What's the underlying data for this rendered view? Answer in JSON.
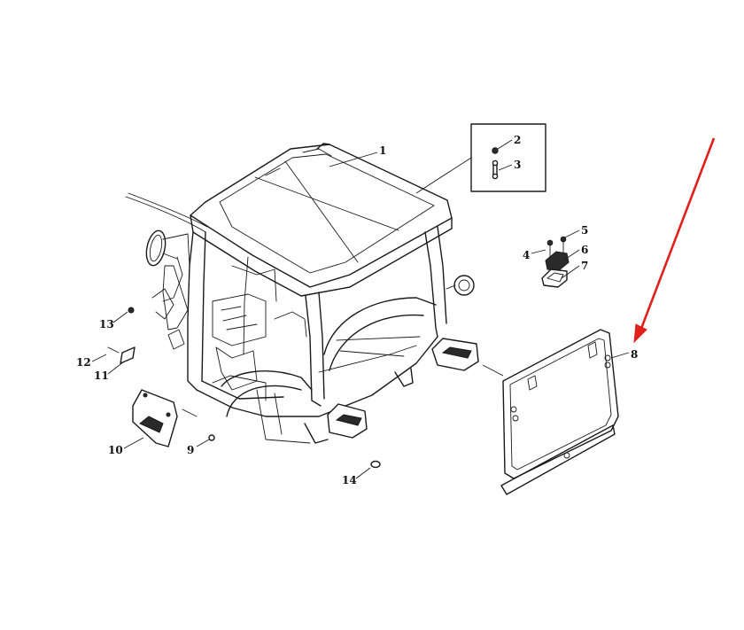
{
  "diagram": {
    "callouts": [
      {
        "label": "1"
      },
      {
        "label": "2"
      },
      {
        "label": "3"
      },
      {
        "label": "4"
      },
      {
        "label": "5"
      },
      {
        "label": "6"
      },
      {
        "label": "7"
      },
      {
        "label": "8"
      },
      {
        "label": "9"
      },
      {
        "label": "10"
      },
      {
        "label": "11"
      },
      {
        "label": "12"
      },
      {
        "label": "13"
      },
      {
        "label": "14"
      }
    ],
    "colors": {
      "line": "#1a1a1a",
      "background": "#ffffff",
      "highlight_arrow": "#e0201c"
    }
  }
}
